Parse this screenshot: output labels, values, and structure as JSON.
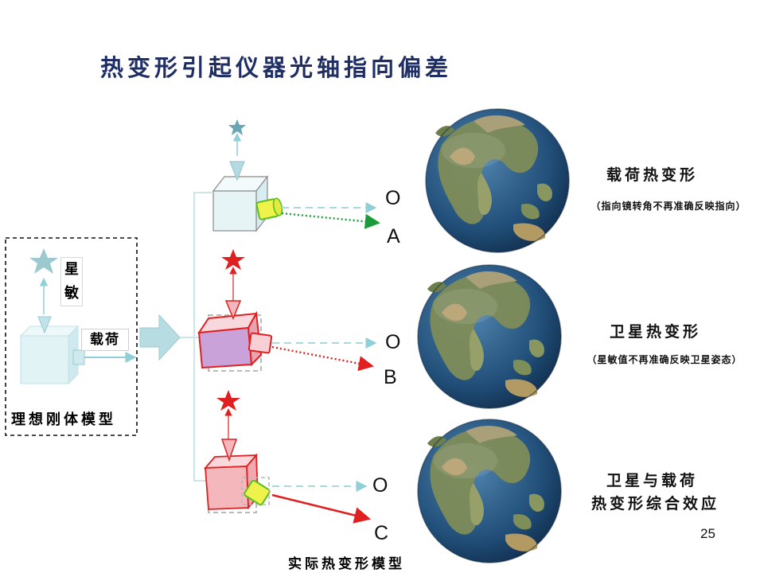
{
  "title": "热变形引起仪器光轴指向偏差",
  "ideal": {
    "frame_label": "理想刚体模型",
    "sensor_label": "星敏",
    "payload_label": "载荷"
  },
  "actual_model_label": "实际热变形模型",
  "rows": [
    {
      "o_label": "O",
      "point_label": "A",
      "caption_title": "载荷热变形",
      "caption_note": "（指向镜转角不再准确反映指向）"
    },
    {
      "o_label": "O",
      "point_label": "B",
      "caption_title": "卫星热变形",
      "caption_note": "（星敏值不再准确反映卫星姿态）"
    },
    {
      "o_label": "O",
      "point_label": "C",
      "caption_title_line1": "卫星与载荷",
      "caption_title_line2": "热变形综合效应"
    }
  ],
  "page_number": "25",
  "colors": {
    "title": "#1f2f66",
    "ideal_cube": "#e2f3f5",
    "ideal_line": "#8fcfd5",
    "deform_red": "#e02020",
    "deform_fill": "#f4b8bc",
    "violet": "#c8a2d8",
    "green_arrow": "#1a9a3a",
    "lens_yellow": "#eef24a",
    "lens_green": "#55c020",
    "ocean": "#1f4f7a",
    "land": "#7a8a55"
  }
}
